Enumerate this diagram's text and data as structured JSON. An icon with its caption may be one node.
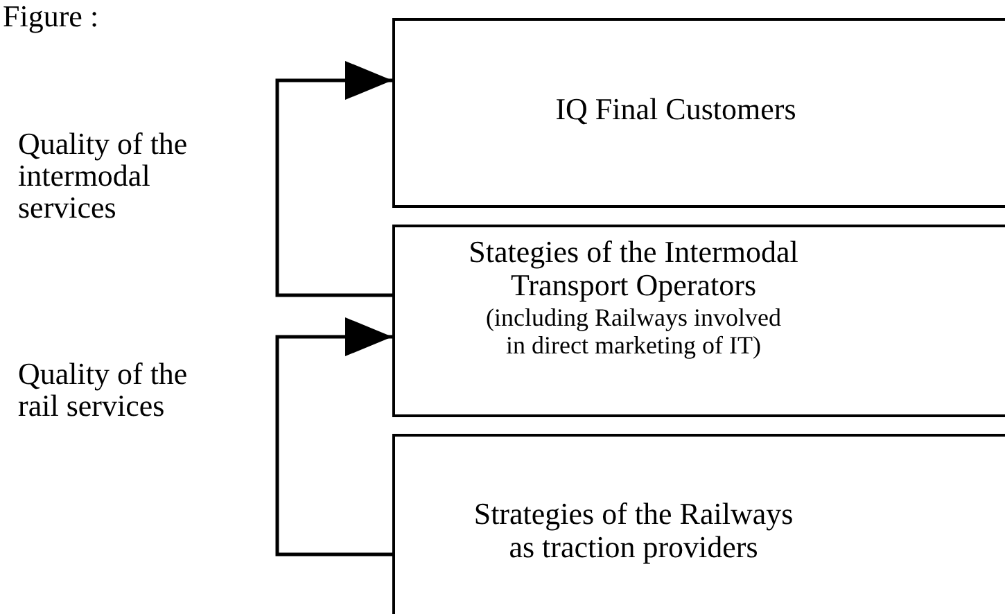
{
  "diagram": {
    "title": "Figure :",
    "nodes": [
      {
        "text": [
          "IQ Final Customers"
        ]
      },
      {
        "text": [
          "Stategies of the Intermodal Transport Operators",
          "(including Railways involved in direct marketing of IT)"
        ]
      },
      {
        "text": [
          "Strategies of the Railways as traction providers"
        ]
      }
    ],
    "edges": [
      {
        "from": 1,
        "to": 0,
        "arrow": "to",
        "label": "Quality of the intermodal services"
      },
      {
        "from": 2,
        "to": 1,
        "arrow": "to",
        "label": "Quality of the rail services"
      }
    ]
  }
}
